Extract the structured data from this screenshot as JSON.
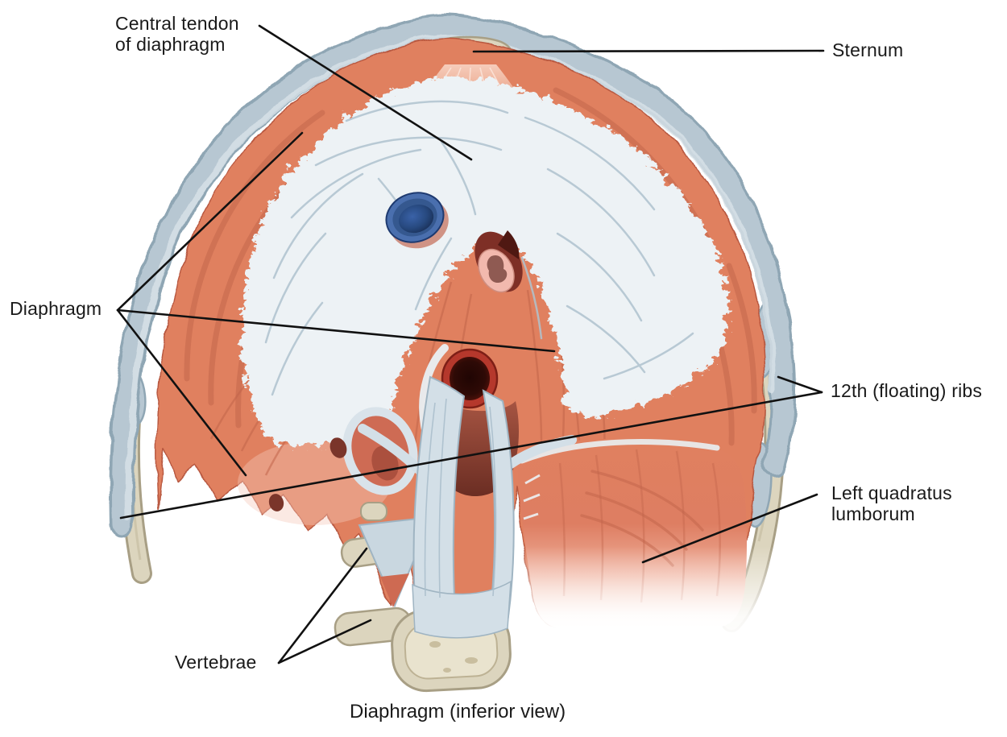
{
  "figure_caption": "Diaphragm (inferior view)",
  "labels": {
    "central_tendon": "Central tendon\nof diaphragm",
    "sternum": "Sternum",
    "diaphragm": "Diaphragm",
    "floating_ribs": "12th (floating) ribs",
    "quadratus_lumborum": "Left quadratus\nlumborum",
    "vertebrae": "Vertebrae"
  },
  "structures_depicted": [
    "central tendon of diaphragm",
    "sternum (xiphoid process)",
    "diaphragm muscle",
    "caval opening (inferior vena cava)",
    "esophageal hiatus",
    "aortic hiatus",
    "crura of diaphragm",
    "12th floating ribs",
    "left quadratus lumborum",
    "vertebrae"
  ],
  "colors": {
    "background": "#FFFFFF",
    "label_text": "#1A1A1A",
    "leader_line": "#111111",
    "muscle": "#E0805F",
    "muscle_dark": "#C2654B",
    "muscle_deep": "#96493A",
    "tendon": "#EDF2F5",
    "tendon_fiber": "#AFC3CF",
    "cartilage": "#B7C7D2",
    "cartilage_dark": "#8FA6B4",
    "bone": "#DCD5BE",
    "bone_dark": "#A89F85",
    "vena_cava_blue": "#35588F",
    "aorta_red": "#B5382C",
    "esophagus_pink": "#F2B9AE"
  }
}
